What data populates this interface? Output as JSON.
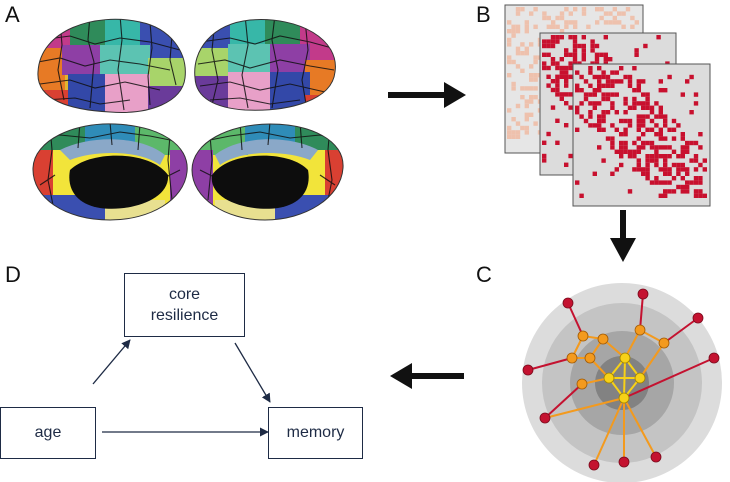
{
  "panels": {
    "a": "A",
    "b": "B",
    "c": "C",
    "d": "D"
  },
  "mediation": {
    "mediator_line1": "core",
    "mediator_line2": "resilience",
    "predictor": "age",
    "outcome": "memory"
  },
  "colors": {
    "arrow": "#1e2b45",
    "matrix_red": "#c8102e",
    "core_yellow": "#f7d117",
    "mid_orange": "#f39a1e",
    "outer_red": "#c41230"
  },
  "icons": {
    "brain": "brain-cortical-parcellation-icon",
    "network": "rich-club-network-icon"
  }
}
